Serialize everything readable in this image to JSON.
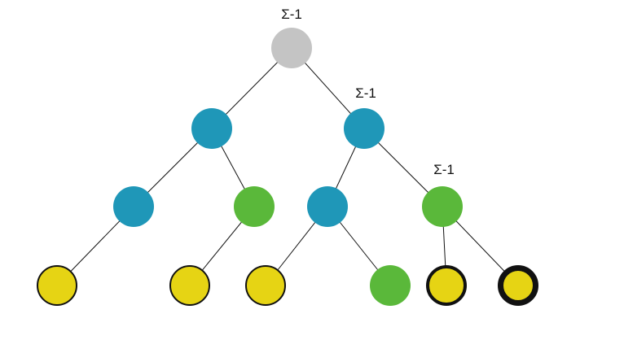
{
  "colors": {
    "gray": "#c4c4c4",
    "blue": "#1f97b8",
    "green": "#5ab83a",
    "yellow": "#e6d414",
    "outline": "#111111",
    "edge": "#111111"
  },
  "tree": {
    "nodes": [
      {
        "id": "root",
        "color": "gray",
        "label": "Σ-1"
      },
      {
        "id": "l1a",
        "color": "blue",
        "label": ""
      },
      {
        "id": "l1b",
        "color": "blue",
        "label": "Σ-1"
      },
      {
        "id": "l2a",
        "color": "blue",
        "label": ""
      },
      {
        "id": "l2b",
        "color": "green",
        "label": ""
      },
      {
        "id": "l2c",
        "color": "blue",
        "label": ""
      },
      {
        "id": "l2d",
        "color": "green",
        "label": "Σ-1"
      },
      {
        "id": "leaf1",
        "color": "yellow",
        "label": "",
        "outline": "thin"
      },
      {
        "id": "leaf2",
        "color": "yellow",
        "label": "",
        "outline": "thin"
      },
      {
        "id": "leaf3",
        "color": "yellow",
        "label": "",
        "outline": "thin"
      },
      {
        "id": "leaf4",
        "color": "green",
        "label": ""
      },
      {
        "id": "leaf5",
        "color": "yellow",
        "label": "",
        "outline": "medium"
      },
      {
        "id": "leaf6",
        "color": "yellow",
        "label": "",
        "outline": "thick"
      }
    ],
    "edges": [
      [
        "root",
        "l1a"
      ],
      [
        "root",
        "l1b"
      ],
      [
        "l1a",
        "l2a"
      ],
      [
        "l1a",
        "l2b"
      ],
      [
        "l1b",
        "l2c"
      ],
      [
        "l1b",
        "l2d"
      ],
      [
        "l2a",
        "leaf1"
      ],
      [
        "l2b",
        "leaf2"
      ],
      [
        "l2c",
        "leaf3"
      ],
      [
        "l2c",
        "leaf4"
      ],
      [
        "l2d",
        "leaf5"
      ],
      [
        "l2d",
        "leaf6"
      ]
    ]
  }
}
